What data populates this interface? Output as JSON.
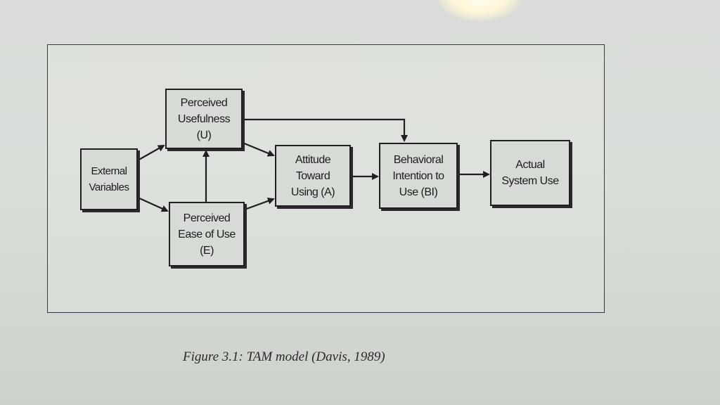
{
  "diagram": {
    "nodes": {
      "external_variables": "External\nVariables",
      "perceived_usefulness": "Perceived\nUsefulness\n(U)",
      "perceived_ease_of_use": "Perceived\nEase of Use\n(E)",
      "attitude": "Attitude\nToward\nUsing (A)",
      "behavioral_intention": "Behavioral\nIntention to\nUse (BI)",
      "actual_use": "Actual\nSystem Use"
    },
    "edges": [
      {
        "from": "external_variables",
        "to": "perceived_usefulness"
      },
      {
        "from": "external_variables",
        "to": "perceived_ease_of_use"
      },
      {
        "from": "perceived_ease_of_use",
        "to": "perceived_usefulness"
      },
      {
        "from": "perceived_usefulness",
        "to": "attitude"
      },
      {
        "from": "perceived_ease_of_use",
        "to": "attitude"
      },
      {
        "from": "perceived_usefulness",
        "to": "behavioral_intention"
      },
      {
        "from": "attitude",
        "to": "behavioral_intention"
      },
      {
        "from": "behavioral_intention",
        "to": "actual_use"
      }
    ]
  },
  "caption": "Figure 3.1: TAM model (Davis, 1989)"
}
